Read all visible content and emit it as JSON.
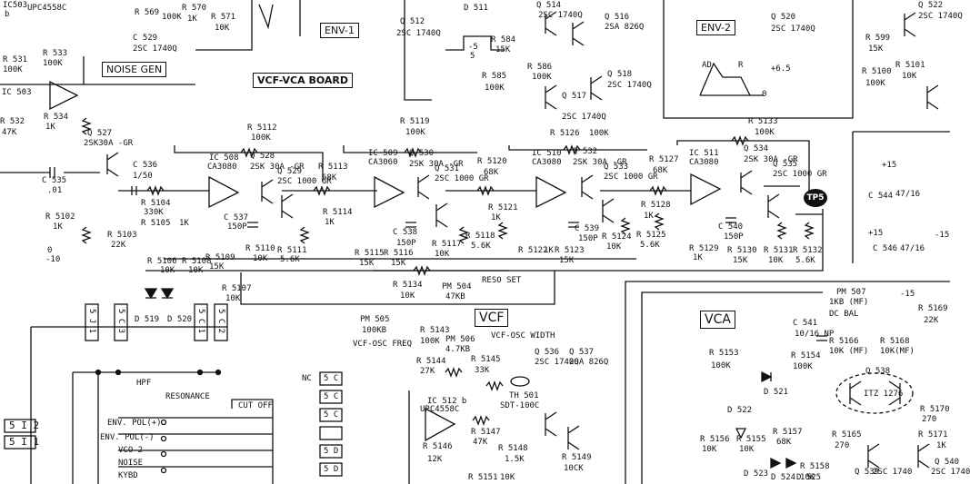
{
  "blocks": {
    "noise_gen": "NOISE GEN",
    "vcf_vca_board": "VCF-VCA BOARD",
    "env1": "ENV-1",
    "env2": "ENV-2",
    "vcf": "VCF",
    "vca": "VCA",
    "tp5": "TP5"
  },
  "opamps": [
    {
      "ref": "IC 508",
      "part": "CA3080"
    },
    {
      "ref": "IC 509",
      "part": "CA3060"
    },
    {
      "ref": "IC 510",
      "part": "CA3080"
    },
    {
      "ref": "IC 511",
      "part": "CA3080"
    },
    {
      "ref": "IC 503",
      "part": "B"
    },
    {
      "ref": "IC 512 b",
      "part": "UPC4558C"
    }
  ],
  "transistors": [
    {
      "ref": "Q 514",
      "type": "2SC 1740Q"
    },
    {
      "ref": "Q 516",
      "type": "2SA 826Q"
    },
    {
      "ref": "Q 517",
      "type": "2SC 1740Q"
    },
    {
      "ref": "Q 518",
      "type": "2SC 1740Q"
    },
    {
      "ref": "Q 527",
      "type": "2SK30A -GR"
    },
    {
      "ref": "Q 528",
      "type": "2SK 30A -GR"
    },
    {
      "ref": "Q 529",
      "type": "2SC 1000 GR"
    },
    {
      "ref": "Q 530",
      "type": "2SK 30A -GR"
    },
    {
      "ref": "Q 531",
      "type": "2SC 1000 GR"
    },
    {
      "ref": "Q 532",
      "type": "2SK 30A -GR"
    },
    {
      "ref": "Q 533",
      "type": "2SC 1000 GR"
    },
    {
      "ref": "Q 534",
      "type": "2SK 30A -GR"
    },
    {
      "ref": "Q 535",
      "type": "2SC 1000 GR"
    },
    {
      "ref": "Q 536",
      "type": "2SC 1740Q"
    },
    {
      "ref": "Q 537",
      "type": "2SA 826Q"
    },
    {
      "ref": "Q 538",
      "type": "ITZ 1276"
    },
    {
      "ref": "Q 520",
      "type": "2SC 1740Q"
    },
    {
      "ref": "Q 522",
      "type": "2SC 1740Q"
    },
    {
      "ref": "Q 512",
      "type": "2SC 1740Q"
    },
    {
      "ref": "Q 539",
      "type": "2SC 1740"
    },
    {
      "ref": "Q 540",
      "type": "2SC 1740"
    }
  ],
  "resistors": [
    {
      "ref": "R 5112",
      "val": "100K"
    },
    {
      "ref": "R 5119",
      "val": "100K"
    },
    {
      "ref": "R 5126",
      "val": "100K"
    },
    {
      "ref": "R 5133",
      "val": "100K"
    },
    {
      "ref": "R 5113",
      "val": "68K"
    },
    {
      "ref": "R 5120",
      "val": "68K"
    },
    {
      "ref": "R 5127",
      "val": "68K"
    },
    {
      "ref": "R 5121",
      "val": "1K"
    },
    {
      "ref": "R 5128",
      "val": "1K"
    },
    {
      "ref": "R 5114",
      "val": "1K"
    },
    {
      "ref": "R 5104",
      "val": "330K"
    },
    {
      "ref": "R 5105",
      "val": "1K"
    },
    {
      "ref": "R 5102",
      "val": "1K"
    },
    {
      "ref": "R 5103",
      "val": "22K"
    },
    {
      "ref": "R 5109",
      "val": "15K"
    },
    {
      "ref": "R 5110",
      "val": "10K"
    },
    {
      "ref": "R 5111",
      "val": "5.6K"
    },
    {
      "ref": "R 5115",
      "val": "15K"
    },
    {
      "ref": "R 5116",
      "val": "15K"
    },
    {
      "ref": "R 5117",
      "val": "10K"
    },
    {
      "ref": "R 5118",
      "val": "5.6K"
    },
    {
      "ref": "R 5122",
      "val": "1K"
    },
    {
      "ref": "R 5123",
      "val": "15K"
    },
    {
      "ref": "R 5124",
      "val": "10K"
    },
    {
      "ref": "R 5125",
      "val": "5.6K"
    },
    {
      "ref": "R 5129",
      "val": "1K"
    },
    {
      "ref": "R 5130",
      "val": "15K"
    },
    {
      "ref": "R 5131",
      "val": "10K"
    },
    {
      "ref": "R 5132",
      "val": "5.6K"
    },
    {
      "ref": "R 5106",
      "val": "10K"
    },
    {
      "ref": "R 5108",
      "val": "10K"
    },
    {
      "ref": "R 5107",
      "val": "10K"
    },
    {
      "ref": "R 5134",
      "val": "10K"
    },
    {
      "ref": "R 5143",
      "val": "100K"
    },
    {
      "ref": "R 5144",
      "val": "27K"
    },
    {
      "ref": "R 5145",
      "val": "33K"
    },
    {
      "ref": "R 5146",
      "val": "12K"
    },
    {
      "ref": "R 5147",
      "val": "47K"
    },
    {
      "ref": "R 5148",
      "val": "1.5K"
    },
    {
      "ref": "R 5149",
      "val": "10CK"
    },
    {
      "ref": "R 5151",
      "val": "10K"
    },
    {
      "ref": "R 5153",
      "val": "100K"
    },
    {
      "ref": "R 5154",
      "val": "100K"
    },
    {
      "ref": "R 5155",
      "val": "10K"
    },
    {
      "ref": "R 5156",
      "val": "10K"
    },
    {
      "ref": "R 5157",
      "val": "68K"
    },
    {
      "ref": "R 5158",
      "val": "10K"
    },
    {
      "ref": "R 5165",
      "val": "270"
    },
    {
      "ref": "R 5168",
      "val": "10K(MF)"
    },
    {
      "ref": "R 5169",
      "val": "22K"
    },
    {
      "ref": "R 5170",
      "val": "270"
    },
    {
      "ref": "R 5171",
      "val": "1K"
    },
    {
      "ref": "R 584",
      "val": "15K"
    },
    {
      "ref": "R 585",
      "val": "100K"
    },
    {
      "ref": "R 586",
      "val": "100K"
    },
    {
      "ref": "R 599",
      "val": "15K"
    },
    {
      "ref": "R 5100",
      "val": "100K"
    },
    {
      "ref": "R 5101",
      "val": "10K"
    },
    {
      "ref": "R 531",
      "val": "100K"
    },
    {
      "ref": "R 533",
      "val": "100K"
    },
    {
      "ref": "R 534",
      "val": "1K"
    },
    {
      "ref": "R 532",
      "val": "47K"
    },
    {
      "ref": "R 569",
      "val": "100K"
    },
    {
      "ref": "R 570",
      "val": "1K"
    },
    {
      "ref": "R 571",
      "val": "10K"
    }
  ],
  "capacitors": [
    {
      "ref": "C 535",
      "val": ".01"
    },
    {
      "ref": "C 536",
      "val": "1/50"
    },
    {
      "ref": "C 537",
      "val": "150P"
    },
    {
      "ref": "C 538",
      "val": "150P"
    },
    {
      "ref": "C 539",
      "val": "150P"
    },
    {
      "ref": "C 540",
      "val": "150P"
    },
    {
      "ref": "C 541",
      "val": "10/16 NP"
    },
    {
      "ref": "C 529",
      "val": "2SC 1740Q"
    },
    {
      "ref": "C 544",
      "val": "47/16"
    },
    {
      "ref": "C 546",
      "val": "47/16"
    }
  ],
  "trimmers": [
    {
      "ref": "PM 504",
      "val": "47KB",
      "label": "RESO SET"
    },
    {
      "ref": "PM 505",
      "val": "100KB",
      "label": "VCF-OSC FREQ"
    },
    {
      "ref": "PM 506",
      "val": "4.7KB",
      "label": "VCF-OSC WIDTH"
    },
    {
      "ref": "PM 507",
      "val": "1KB (MF)",
      "label": "DC BAL"
    },
    {
      "ref": "R 5166",
      "val": "10K (MF)"
    }
  ],
  "diodes": [
    "D 519",
    "D 520",
    "D 521",
    "D 522",
    "D 523",
    "D 524",
    "D 525",
    "D 511"
  ],
  "thermistor": {
    "ref": "TH 501",
    "val": "SDT-100C"
  },
  "connectors": [
    "5 I 2",
    "5 I 1",
    "5 J 1",
    "5 C 3",
    "5 C 1",
    "5 C 2",
    "5 C",
    "5 C",
    "5 C",
    "5 D",
    "5 D"
  ],
  "switch_labels": {
    "hpf": "HPF",
    "resonance": "RESONANCE",
    "cutoff": "CUT OFF",
    "env_pos": "ENV. POL(+)",
    "env_neg": "ENV. POL(-)",
    "vco2": "VCO-2",
    "noise": "NOISE",
    "kybd": "KYBD",
    "nc": "NC"
  },
  "misc": {
    "ic503_top": "IC503",
    "ic503_part": "UPC4558C",
    "ic503_b": "b",
    "plus15": "+15",
    "minus15": "-15",
    "plus65": "+6.5",
    "zero": "0",
    "minus10": "-10",
    "env_ad": "AD",
    "env_r": "R",
    "minus5": "-5",
    "vcf_osc_freq": "VCF-OSC",
    "five": "5"
  }
}
